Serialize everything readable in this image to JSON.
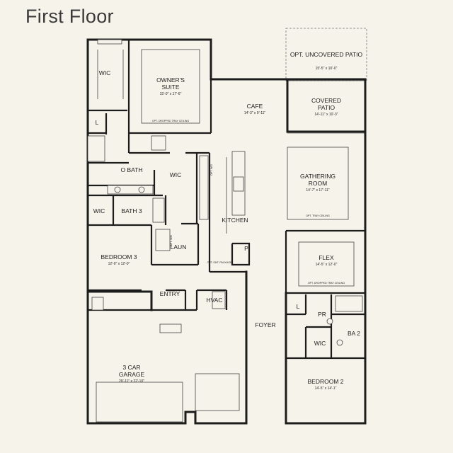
{
  "title": "First Floor",
  "rooms": {
    "wic_top": "WIC",
    "owners_suite": "OWNER'S\nSUITE",
    "owners_suite_dim": "15'-0\" x 17'-6\"",
    "owners_suite_note": "OPT. DROPPED TRAY CEILING",
    "l_top": "L",
    "cafe": "CAFE",
    "cafe_dim": "14'-3\" x 9'-11\"",
    "uncovered_patio": "OPT. UNCOVERED PATIO",
    "uncovered_patio_dim": "15'-5\" x 10'-0\"",
    "covered_patio": "COVERED\nPATIO",
    "covered_patio_dim": "14'-11\" x 10'-3\"",
    "o_bath": "O BATH",
    "wic_mid": "WIC",
    "gathering_room": "GATHERING\nROOM",
    "gathering_room_dim": "14'-7\" x 17'-11\"",
    "gathering_room_note": "OPT. TRAY CEILING",
    "wic_left": "WIC",
    "bath3": "BATH 3",
    "kitchen": "KITCHEN",
    "laun": "LAUN",
    "laun_note": "OPT. W/D",
    "pantry": "P",
    "package_note": "OPT. ENT. PACKAGE",
    "flex": "FLEX",
    "flex_dim": "14'-5\" x 12'-0\"",
    "flex_note": "OPT. DROPPED TRAY CEILING",
    "bedroom3": "BEDROOM 3",
    "bedroom3_dim": "12'-0\" x 12'-0\"",
    "entry": "ENTRY",
    "hvac": "HVAC",
    "l_right": "L",
    "pr": "PR",
    "foyer": "FOYER",
    "wic_right": "WIC",
    "ba2": "BA 2",
    "garage": "3 CAR\nGARAGE",
    "garage_dim": "29'-11\" x 22'-10\"",
    "bedroom2": "BEDROOM 2",
    "bedroom2_dim": "14'-5\" x 14'-1\"",
    "kitchen_note": "OPT. W/D"
  }
}
